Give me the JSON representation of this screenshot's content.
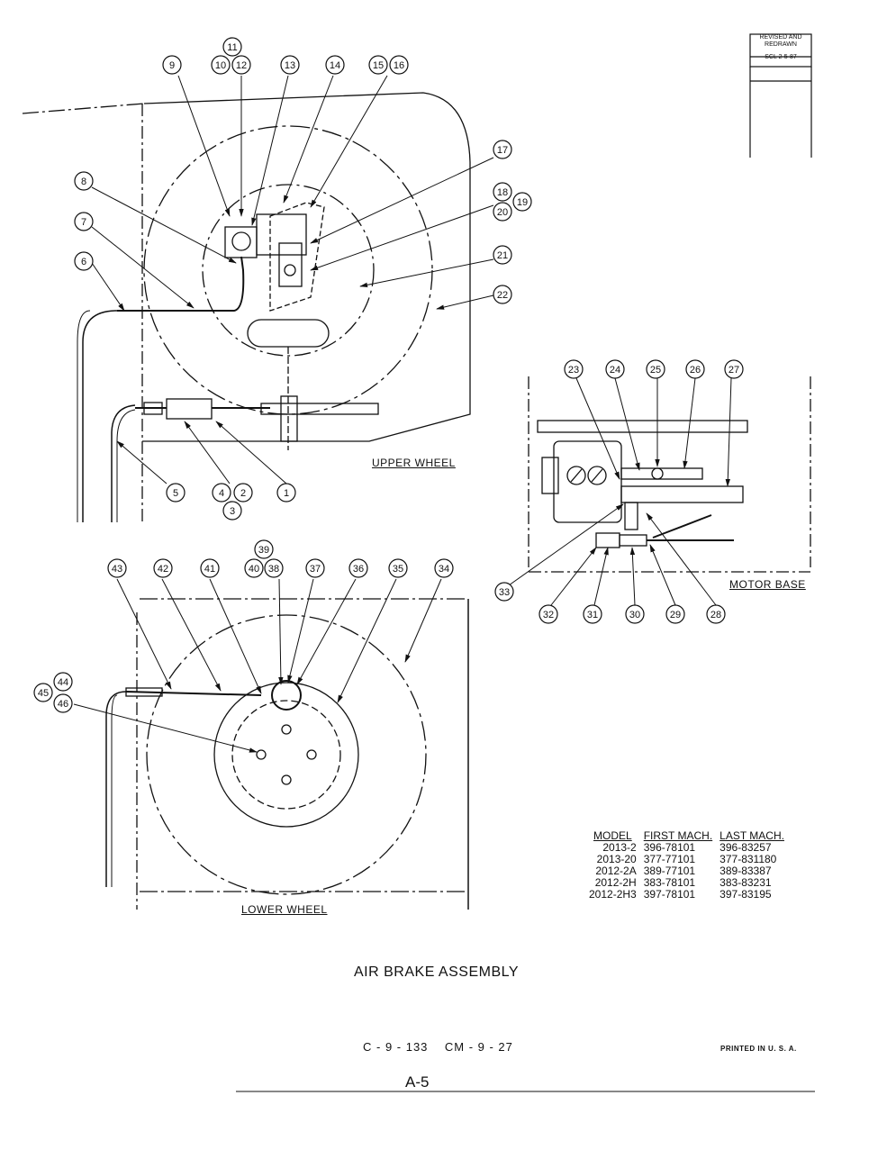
{
  "sections": {
    "upper_wheel": "UPPER WHEEL",
    "lower_wheel": "LOWER WHEEL",
    "motor_base": "MOTOR BASE"
  },
  "title": "AIR BRAKE ASSEMBLY",
  "drawing_codes": "C - 9 - 133    CM - 9 - 27",
  "printed": "PRINTED IN U. S. A.",
  "page_number": "A-5",
  "revision": {
    "line1": "REVISED AND",
    "line2": "REDRAWN",
    "scl": "SCL 2-5-87"
  },
  "model_table": {
    "headers": [
      "MODEL",
      "FIRST MACH.",
      "LAST MACH."
    ],
    "rows": [
      [
        "2013-2",
        "396-78101",
        "396-83257"
      ],
      [
        "2013-20",
        "377-77101",
        "377-831180"
      ],
      [
        "2012-2A",
        "389-77101",
        "389-83387"
      ],
      [
        "2012-2H",
        "383-78101",
        "383-83231"
      ],
      [
        "2012-2H3",
        "397-78101",
        "397-83195"
      ]
    ]
  },
  "callouts": [
    "1",
    "2",
    "3",
    "4",
    "5",
    "6",
    "7",
    "8",
    "9",
    "10",
    "11",
    "12",
    "13",
    "14",
    "15",
    "16",
    "17",
    "18",
    "19",
    "20",
    "21",
    "22",
    "23",
    "24",
    "25",
    "26",
    "27",
    "28",
    "29",
    "30",
    "31",
    "32",
    "33",
    "34",
    "35",
    "36",
    "37",
    "38",
    "39",
    "40",
    "41",
    "42",
    "43",
    "44",
    "45",
    "46"
  ]
}
